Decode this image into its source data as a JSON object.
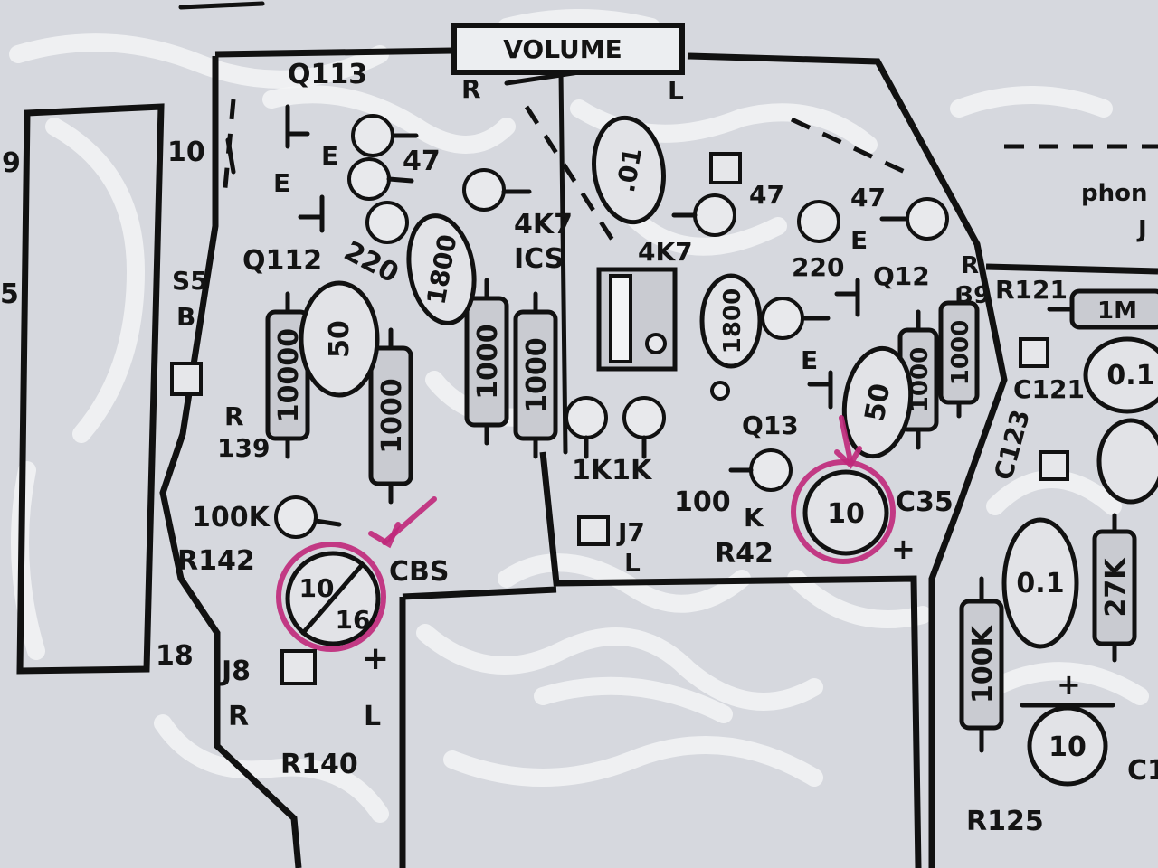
{
  "volume_label": "VOLUME",
  "labels": {
    "edge_9": "9",
    "edge_5": "5",
    "pin_10": "10",
    "pin_18": "18",
    "R_left": "R",
    "L_volume": "L",
    "q113": "Q113",
    "q112": "Q112",
    "q12": "Q12",
    "q13": "Q13",
    "e1": "E",
    "e2": "E",
    "e3": "E",
    "e4": "E",
    "r47a": "47",
    "r47b": "47",
    "r47c": "47",
    "r220a": "220",
    "r220b": "220",
    "c1800a": "1800",
    "c1800b": "1800",
    "r4k7a": "4K7",
    "r4k7b": "4K7",
    "ics": "ICS",
    "s5": "S5",
    "b": "B",
    "r139a": "R",
    "r139b": "139",
    "r10000": "10000",
    "r1000a": "1000",
    "r1000b": "1000",
    "r1000c": "1000",
    "r1000d": "1000",
    "r1000e": "1000",
    "c50a": "50",
    "c50b": "50",
    "c01": ".01",
    "r1k": "1K1K",
    "r100ka": "100K",
    "r100kb_1": "100",
    "r100kb_2": "K",
    "r142": "R142",
    "cbs": "CBS",
    "cbs_val_1": "10",
    "cbs_val_2": "16",
    "j7": "J7",
    "j7_l": "L",
    "j8": "J8",
    "j8_r": "R",
    "plus_left": "+",
    "l_left": "L",
    "r140": "R140",
    "c35_val": "10",
    "c35": "C35",
    "r42": "R42",
    "plus_mid": "+",
    "r_right": "R",
    "r39": "39",
    "r121": "R121",
    "r1m": "1M",
    "c121": "C121",
    "c123": "C123",
    "c01a": "0.1",
    "c01b": "0.1",
    "r27k": "27K",
    "r100kc": "100K",
    "plus_right": "+",
    "c10_right": "10",
    "r125": "R125",
    "phone_1": "phon",
    "phone_2": "J",
    "c_right_edge": "C1"
  },
  "colors": {
    "board": "#d6d8de",
    "ink": "#111111",
    "marker": "#c0287a"
  }
}
